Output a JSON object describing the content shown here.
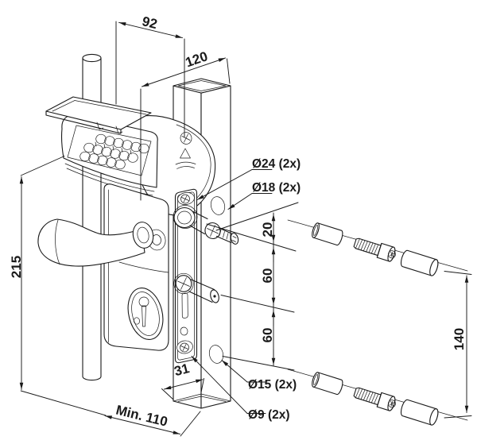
{
  "drawing": {
    "type": "technical installation drawing",
    "subject": "mechanical code gate lock on square post, exploded fixing hardware",
    "dims": {
      "w92": "92",
      "d120": "120",
      "h215": "215",
      "min110": "Min. 110",
      "w31": "31",
      "s20": "20",
      "s60a": "60",
      "s60b": "60",
      "h140": "140"
    },
    "labels": {
      "d24": "Ø24 (2x)",
      "d18": "Ø18 (2x)",
      "d15": "Ø15 (2x)",
      "d9": "Ø9 (2x)"
    }
  },
  "colors": {
    "line": "#1a1a1a",
    "background": "#ffffff"
  }
}
